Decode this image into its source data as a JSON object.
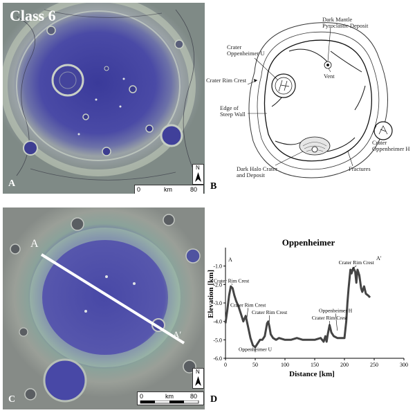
{
  "panel_a": {
    "title": "Class 6",
    "label": "A",
    "scale": {
      "start": "0",
      "unit": "km",
      "end": "80"
    },
    "north": "N"
  },
  "panel_b": {
    "label": "B",
    "labels": {
      "dark_mantle": "Dark Mantle\nPyroclastic Deposit",
      "opp_u": "Crater\nOppenheimer U",
      "rim_crest": "Crater Rim Crest",
      "vent": "Vent",
      "steep_wall": "Edge of\nSteep Wall",
      "opp_h": "Crater\nOppenheimer H",
      "dark_halo": "Dark Halo Crater\nand Deposit",
      "fractures": "Fractures"
    }
  },
  "panel_c": {
    "label": "C",
    "profile_start": "A",
    "profile_end": "A′",
    "scale": {
      "start": "0",
      "unit": "km",
      "end": "80"
    },
    "north": "N"
  },
  "panel_d": {
    "label": "D",
    "start_marker": "A",
    "end_marker": "A′"
  },
  "chart_data": {
    "type": "line",
    "title": "Oppenheimer",
    "xlabel": "Distance [km]",
    "ylabel": "Elevation [km]",
    "xlim": [
      0,
      300
    ],
    "ylim": [
      -6.0,
      0
    ],
    "xticks": [
      0,
      50,
      100,
      150,
      200,
      250,
      300
    ],
    "yticks": [
      -6.0,
      -5.0,
      -4.0,
      -3.0,
      -2.0,
      -1.0
    ],
    "ytick_labels": [
      "-6.0",
      "-5.0",
      "-4.0",
      "-3.0",
      "-2.0",
      "-1.0"
    ],
    "grid": false,
    "series": [
      {
        "x": [
          0,
          3,
          6,
          9,
          12,
          15,
          18,
          22,
          26,
          30,
          34,
          38,
          42,
          46,
          50,
          54,
          58,
          62,
          66,
          70,
          72,
          74,
          76,
          80,
          85,
          90,
          100,
          110,
          120,
          130,
          140,
          150,
          160,
          165,
          168,
          170,
          172,
          175,
          178,
          182,
          188,
          195,
          200,
          203,
          205,
          207,
          210,
          212,
          215,
          218,
          220,
          222,
          225,
          228,
          230,
          233,
          236,
          240,
          243
        ],
        "y": [
          -4.1,
          -3.4,
          -2.6,
          -2.1,
          -2.2,
          -2.6,
          -2.9,
          -3.2,
          -3.6,
          -4.0,
          -3.7,
          -4.3,
          -4.9,
          -5.3,
          -5.4,
          -5.2,
          -5.0,
          -5.0,
          -4.8,
          -4.1,
          -4.0,
          -4.3,
          -4.7,
          -4.9,
          -5.0,
          -4.9,
          -5.0,
          -5.0,
          -4.9,
          -5.0,
          -5.0,
          -5.0,
          -4.9,
          -5.1,
          -4.8,
          -5.1,
          -4.7,
          -4.2,
          -4.6,
          -4.8,
          -4.9,
          -4.9,
          -4.9,
          -4.0,
          -3.0,
          -2.2,
          -1.2,
          -1.4,
          -1.1,
          -1.3,
          -1.9,
          -1.2,
          -1.5,
          -2.2,
          -2.4,
          -2.1,
          -2.5,
          -2.6,
          -2.7
        ]
      }
    ],
    "annotations": [
      {
        "text": "Crater Rim Crest",
        "x": 10,
        "y": -1.9
      },
      {
        "text": "Crater Rim Crest",
        "x": 38,
        "y": -3.2
      },
      {
        "text": "Crater Rim Crest",
        "x": 74,
        "y": -3.6
      },
      {
        "text": "Oppenheimer U",
        "x": 50,
        "y": -5.6
      },
      {
        "text": "Crater Rim Crest",
        "x": 175,
        "y": -3.9
      },
      {
        "text": "Oppenheimer H",
        "x": 185,
        "y": -3.5
      },
      {
        "text": "Crater Rim Crest",
        "x": 220,
        "y": -0.9
      }
    ]
  }
}
